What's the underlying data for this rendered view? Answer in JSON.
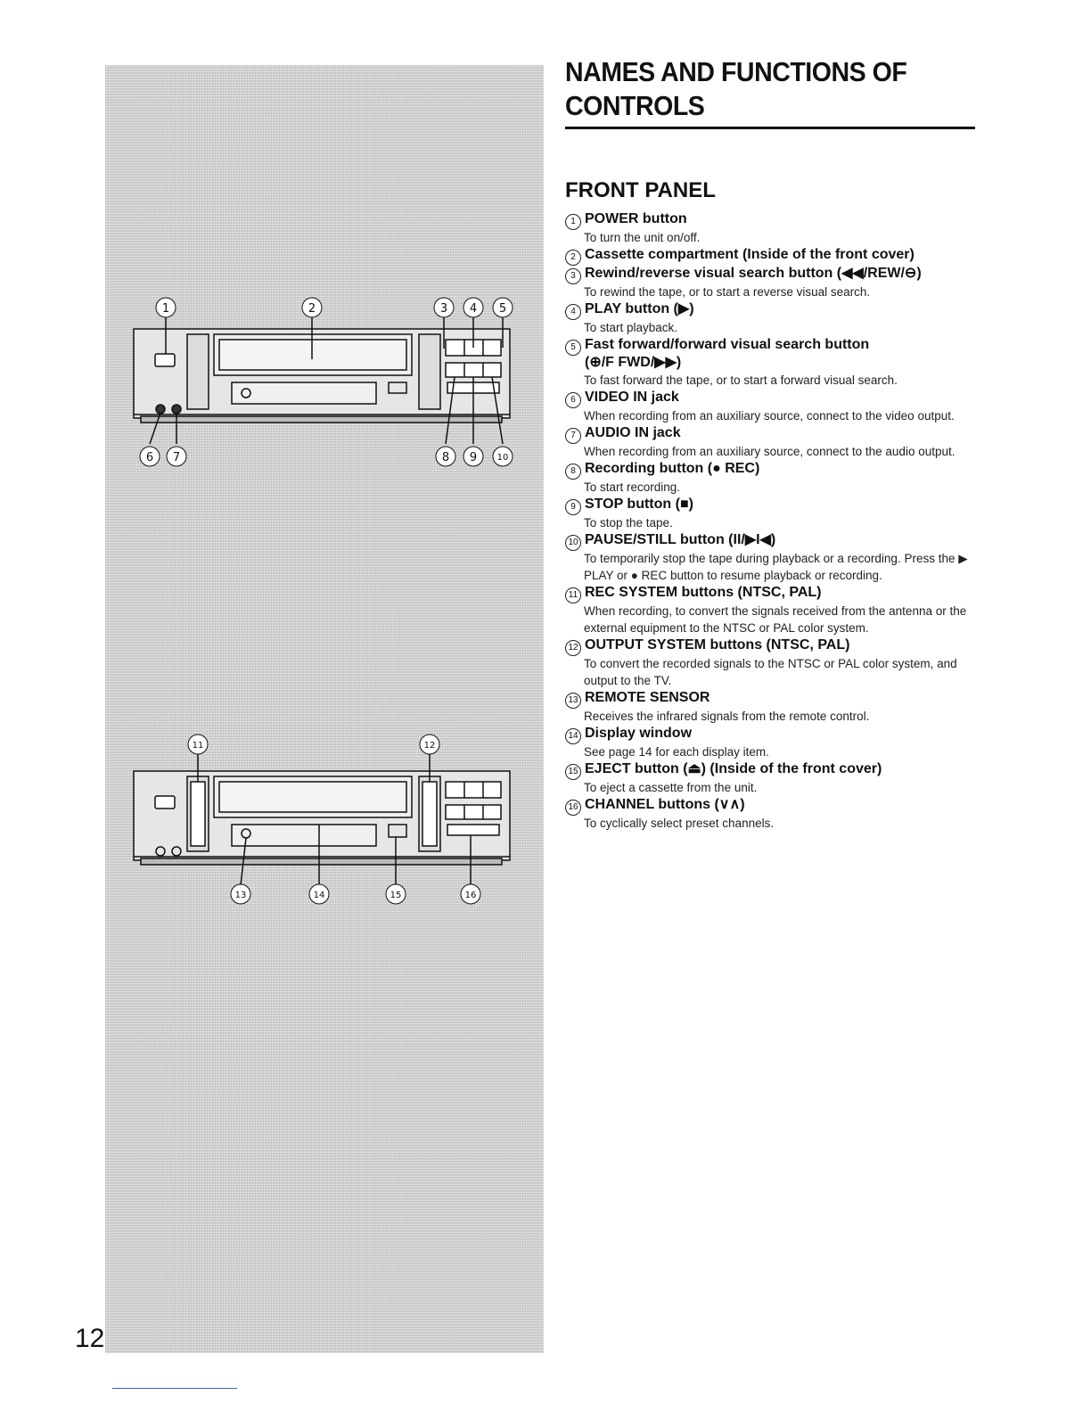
{
  "page": {
    "title": "NAMES AND FUNCTIONS OF CONTROLS",
    "section_title": "FRONT PANEL",
    "page_number": "12"
  },
  "diagram_callouts": {
    "top": [
      "①",
      "②",
      "③",
      "④",
      "⑤",
      "⑥",
      "⑦",
      "⑧",
      "⑨",
      "⑩"
    ],
    "bottom": [
      "⑪",
      "⑫",
      "⑬",
      "⑭",
      "⑮",
      "⑯"
    ]
  },
  "items": [
    {
      "num": "1",
      "title": "POWER button",
      "desc": "To turn the unit on/off."
    },
    {
      "num": "2",
      "title": "Cassette compartment (Inside of the front cover)",
      "desc": ""
    },
    {
      "num": "3",
      "title": "Rewind/reverse visual search button (◀◀/REW/⊖)",
      "desc": "To rewind the tape, or to start a reverse visual search."
    },
    {
      "num": "4",
      "title": "PLAY button (▶)",
      "desc": "To start playback."
    },
    {
      "num": "5",
      "title": "Fast forward/forward visual search button",
      "title2": "(⊕/F FWD/▶▶)",
      "desc": "To fast forward the tape, or to start a forward visual search."
    },
    {
      "num": "6",
      "title": "VIDEO IN jack",
      "desc": "When recording from an auxiliary source, connect to the video output."
    },
    {
      "num": "7",
      "title": "AUDIO IN jack",
      "desc": "When recording from an auxiliary source, connect to the audio output."
    },
    {
      "num": "8",
      "title": "Recording button (● REC)",
      "desc": "To start recording."
    },
    {
      "num": "9",
      "title": "STOP button (■)",
      "desc": "To stop the tape."
    },
    {
      "num": "10",
      "title": "PAUSE/STILL button (II/▶I◀)",
      "desc": "To temporarily stop the tape during playback or a recording. Press the ▶ PLAY or ● REC button to resume playback or recording."
    },
    {
      "num": "11",
      "title": "REC SYSTEM buttons (NTSC, PAL)",
      "desc": "When recording, to convert the signals received from the antenna or the external equipment to the NTSC or PAL color system."
    },
    {
      "num": "12",
      "title": "OUTPUT SYSTEM buttons (NTSC, PAL)",
      "desc": "To convert the recorded signals to the NTSC or PAL color system, and output to the TV."
    },
    {
      "num": "13",
      "title": "REMOTE SENSOR",
      "desc": "Receives the infrared signals from the remote control."
    },
    {
      "num": "14",
      "title": "Display window",
      "desc": "See page 14 for each display item."
    },
    {
      "num": "15",
      "title": "EJECT button (⏏) (Inside of the front cover)",
      "desc": "To eject a cassette from the unit."
    },
    {
      "num": "16",
      "title": "CHANNEL buttons (∨∧)",
      "desc": "To cyclically select preset channels."
    }
  ]
}
